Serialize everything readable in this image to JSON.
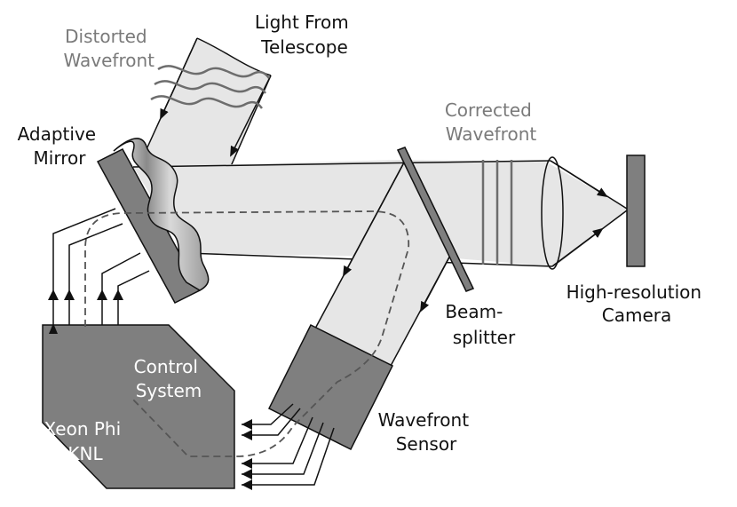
{
  "labels": {
    "distorted_wavefront": [
      "Distorted",
      "Wavefront"
    ],
    "light_from_telescope": [
      "Light From",
      "Telescope"
    ],
    "adaptive_mirror": [
      "Adaptive",
      "Mirror"
    ],
    "corrected_wavefront": [
      "Corrected",
      "Wavefront"
    ],
    "high_resolution_camera": [
      "High-resolution",
      "Camera"
    ],
    "beam_splitter": [
      "Beam-",
      "splitter"
    ],
    "control_system": [
      "Control",
      "System"
    ],
    "xeon_phi_knl": [
      "Xeon Phi",
      "KNL"
    ],
    "wavefront_sensor": [
      "Wavefront",
      "Sensor"
    ]
  },
  "colors": {
    "beam": "#e6e6e6",
    "component": "#7f7f7f",
    "outline": "#111111",
    "label_text": "#111111",
    "wavefront_label": "#7a7a7a",
    "control_box_text": "#ffffff"
  }
}
